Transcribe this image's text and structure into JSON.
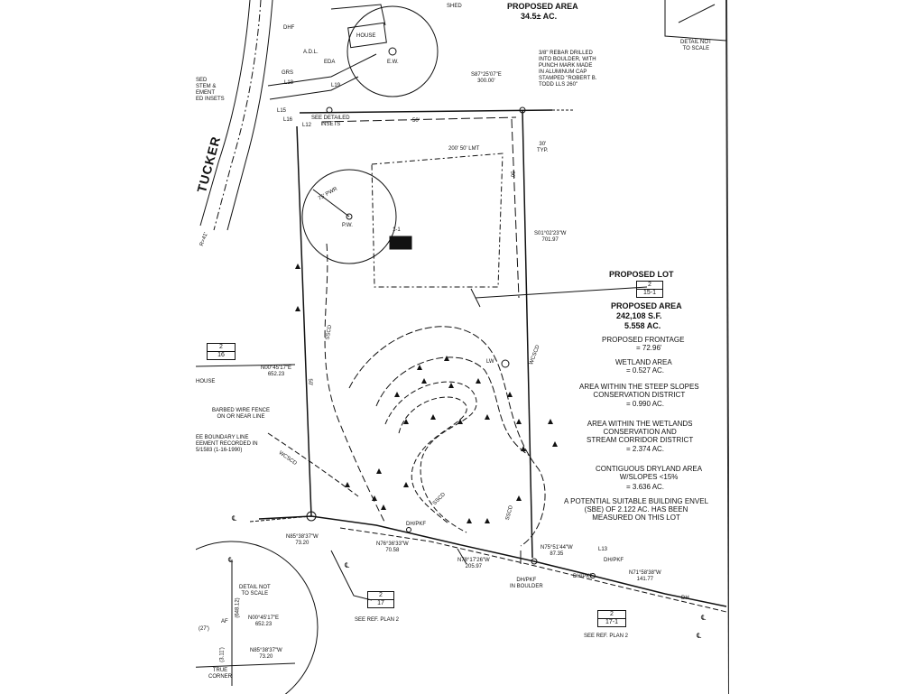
{
  "colors": {
    "ink": "#111111",
    "paper": "#ffffff"
  },
  "labels": {
    "top_area_heading": "PROPOSED AREA",
    "top_area_value": "34.5± AC.",
    "shed": "SHED",
    "house_top": "HOUSE",
    "ew_well": "E.W.",
    "detail_top": "DETAIL NOT\nTO SCALE",
    "rebar_note": "3/8\" REBAR DRILLED\nINTO BOULDER, WITH\nPUNCH MARK MADE\nIN ALUMINUM CAP\nSTAMPED \"ROBERT B.\nTODD LLS 260\"",
    "bearing_top": "S87°25'07\"E\n300.00'",
    "dhf": "DHF",
    "adl": "A.D.L.",
    "eda": "EDA",
    "grs": "GRS",
    "l18": "L18",
    "l19": "L19",
    "l16": "L16",
    "l15": "L15",
    "l12": "L12",
    "see_detailed": "SEE DETAILED\nINSETS",
    "left_note": "SED\nSTEM &\nEMENT\nED INSETS",
    "road": "TUCKER",
    "r41": "R=41'",
    "setback_top": "50'",
    "setback_left": "50'",
    "setback_right": "50'",
    "lmt": "200' 50' LMT",
    "typ": "30'\nTYP.",
    "pw_radius": "75' PWR",
    "pw": "P.W.",
    "bearing_right": "S01°02'23\"W\n701.97",
    "lot_tag": "1-1",
    "lot_heading": "PROPOSED LOT",
    "lot_box_top": "2",
    "lot_box_bottom": "15-1",
    "area_heading": "PROPOSED AREA",
    "area_sf": "242,108 S.F.",
    "area_ac": "5.558 AC.",
    "frontage_heading": "PROPOSED FRONTAGE",
    "frontage_value": "= 72.96'",
    "wetland_heading": "WETLAND AREA",
    "wetland_value": "= 0.527 AC.",
    "steep_heading": "AREA WITHIN THE STEEP SLOPES\nCONSERVATION DISTRICT",
    "steep_value": "= 0.990 AC.",
    "wetdist_heading": "AREA WITHIN THE WETLANDS\nCONSERVATION AND\nSTREAM CORRIDOR DISTRICT",
    "wetdist_value": "= 2.374 AC.",
    "dry_heading": "CONTIGUOUS DRYLAND AREA\nW/SLOPES <15%",
    "dry_value": "= 3.636 AC.",
    "sbe_note": "A POTENTIAL SUITABLE BUILDING ENVEL\n(SBE) OF 2.122 AC. HAS BEEN\nMEASURED ON THIS LOT",
    "lw": "LW",
    "wcsc_right": "WCSCD",
    "wcsc_left": "WCSCD",
    "ssc": "SSCD",
    "ssc_mid": "SSCD",
    "ssc_right": "SSCD",
    "abut_box_top": "2",
    "abut_box_bottom": "16",
    "house_left": "HOUSE",
    "bearing_left": "N00°45'17\"E\n652.23",
    "fence_note": "BARBED WIRE FENCE\nON OR NEAR LINE",
    "boundary_note": "EE BOUNDARY LINE\nEEMENT RECORDED IN\n5/1583 (1-16-1990)",
    "bearing_front_1": "N85°38'37\"W\n73.20",
    "bearing_front_2": "N76°36'33\"W\n70.58",
    "bearing_front_3": "N78°17'26\"W\n205.97",
    "bearing_front_4": "N75°51'44\"W\n87.35",
    "bearing_front_5": "N71°58'38\"W\n141.77",
    "l13": "L13",
    "dh_pkf_1": "DH/PKF",
    "dh_pkf_2": "DH/PKF",
    "dh_pkf_3": "DH/PKF",
    "dh_pkf_boulder": "DH/PKF\nIN BOULDER",
    "dh_end": "DH",
    "cl_left": "℄",
    "cl_mid": "℄",
    "cl_right": "℄",
    "cl_bottom": "℄",
    "cl_inset": "℄",
    "ref_box1_top": "2",
    "ref_box1_bottom": "17",
    "ref_plan1": "SEE REF. PLAN 2",
    "ref_box2_top": "2",
    "ref_box2_bottom": "17-1",
    "ref_plan2": "SEE REF. PLAN 2",
    "detail_bottom": "DETAIL NOT\nTO SCALE",
    "inset_af": "AF",
    "inset_bearing1": "N00°45'17\"E\n652.23",
    "inset_bearing2": "N85°38'37\"W\n73.20",
    "inset_dim": "(648.12)",
    "inset_dim2": "(3.11')",
    "inset_dim3": "(27')",
    "true_corner": "TRUE\nCORNER"
  }
}
